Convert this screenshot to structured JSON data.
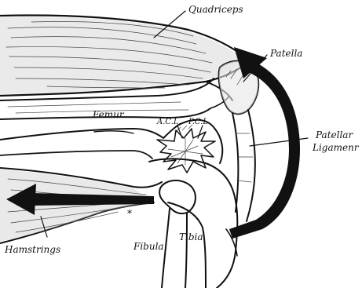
{
  "labels": {
    "quadriceps": "Quadriceps",
    "patella": "Patella",
    "patellar_ligament_line1": "Patellar",
    "patellar_ligament_line2": "Ligamenr",
    "femur": "Femur",
    "acl": "A.C.L.",
    "pcl": "P.C.L.",
    "hamstrings": "Hamstrings",
    "fibula": "Fibula",
    "tibia": "Tibia",
    "marker": "*"
  },
  "colors": {
    "ink": "#111111",
    "background": "#ffffff",
    "muscle_shade": "#b8b8b8"
  }
}
